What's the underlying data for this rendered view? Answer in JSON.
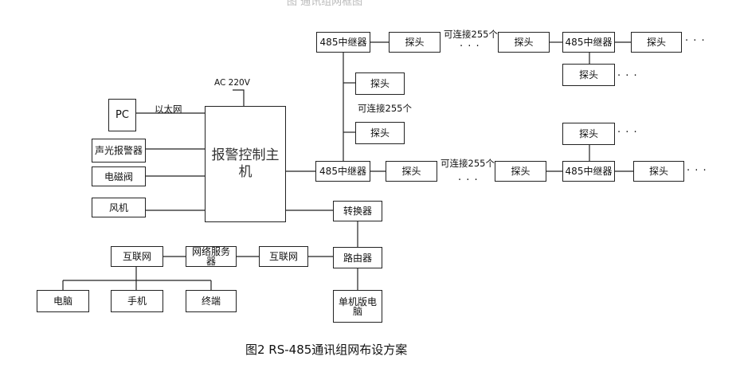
{
  "header_fragment": "图          通讯组网框图",
  "main_host": "报警控制主机",
  "pc": "PC",
  "ethernet": "以太网",
  "power": "AC 220V",
  "sound_light_alarm": "声光报警器",
  "solenoid_valve": "电磁阀",
  "fan": "风机",
  "repeater": "485中继器",
  "probe": "探头",
  "can_connect": "可连接255个",
  "ellipsis": "· · ·",
  "converter": "转换器",
  "router": "路由器",
  "internet": "互联网",
  "network_server": "网络服务器",
  "computer": "电脑",
  "phone": "手机",
  "terminal": "终端",
  "single_board": "单机版电脑",
  "caption": "图2 RS-485通讯组网布设方案"
}
